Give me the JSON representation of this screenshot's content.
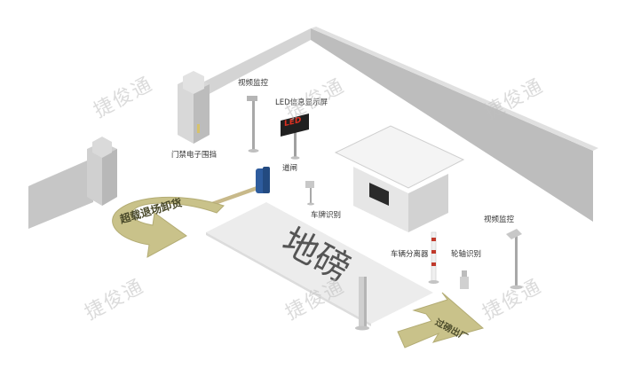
{
  "watermark": "捷俊通",
  "labels": {
    "gate_fence": "门禁电子围挡",
    "video_monitor_top": "视频监控",
    "led_screen": "LED信息显示屏",
    "barrier_gate": "道闸",
    "plate_recognition": "车牌识别",
    "video_monitor_right": "视频监控",
    "vehicle_separator": "车辆分离器",
    "wheel_recognition": "轮轴识别"
  },
  "floor": {
    "scale_label": "地磅"
  },
  "led_sign": {
    "text": "LED"
  },
  "arrows": {
    "exit_label": "超载退场卸货",
    "enter_label": "过磅出厂"
  },
  "colors": {
    "arrow_yellow": "#c9c28a",
    "wall": "#c8c8c8",
    "booth": "#e8e8e8",
    "floor": "#ededed",
    "barrier_blue": "#2e5c9e",
    "led_red": "#e03020"
  }
}
